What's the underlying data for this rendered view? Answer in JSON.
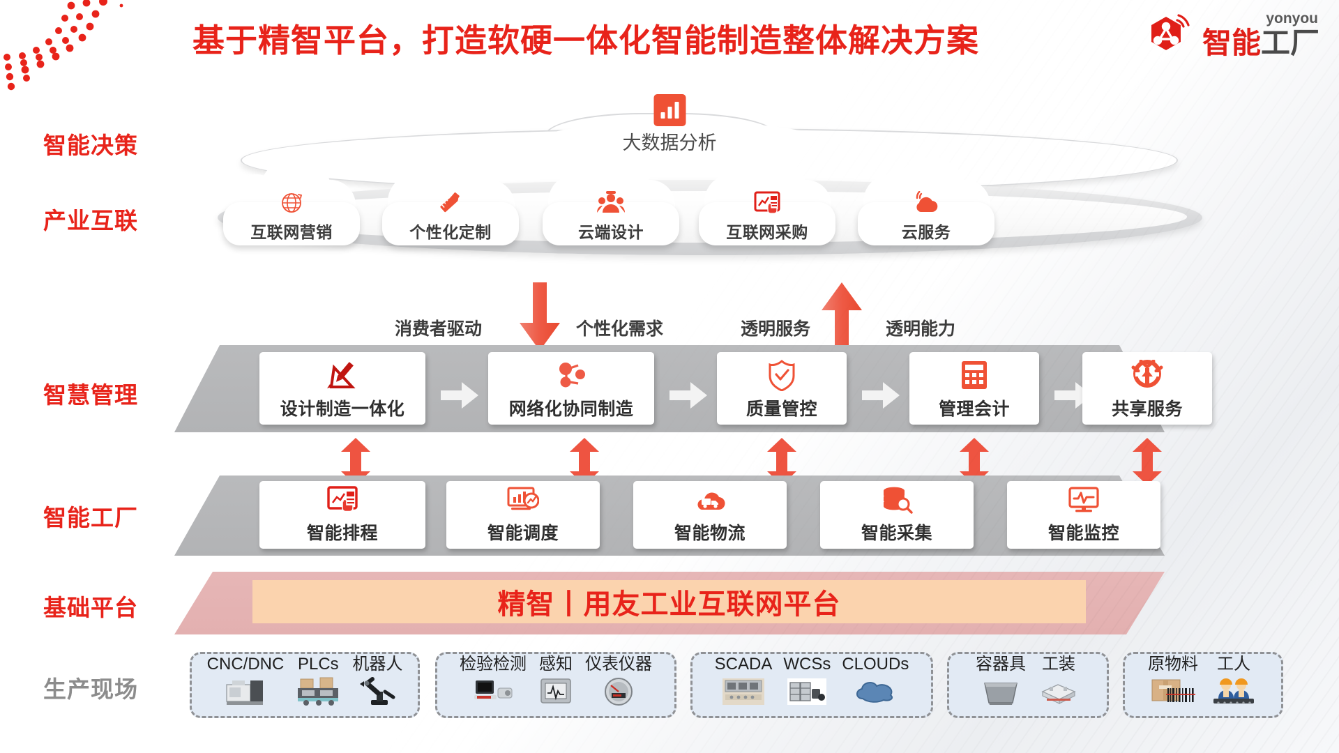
{
  "header": {
    "title": "基于精智平台，打造软硬一体化智能制造整体解决方案",
    "brand_latin": "yonyou",
    "brand_cn_red": "智能",
    "brand_cn_dark": "工厂",
    "logo_icon": "hexagon-network-logo-icon"
  },
  "colors": {
    "brand_red": "#e8231a",
    "accent_orange": "#ef5135",
    "band_gray": "#b9babc",
    "platform_pink": "#e3b0b0",
    "platform_peach": "#fbd3ae",
    "site_blue": "#e2eaf4"
  },
  "row_labels": [
    {
      "text": "智能决策",
      "color": "red"
    },
    {
      "text": "产业互联",
      "color": "red"
    },
    {
      "text": "智慧管理",
      "color": "red"
    },
    {
      "text": "智能工厂",
      "color": "red"
    },
    {
      "text": "基础平台",
      "color": "red"
    },
    {
      "text": "生产现场",
      "color": "gray"
    }
  ],
  "decision": {
    "label": "大数据分析",
    "icon": "bar-chart-icon"
  },
  "industry_clouds": [
    {
      "label": "互联网营销",
      "icon": "globe-network-icon"
    },
    {
      "label": "个性化定制",
      "icon": "ruler-pencil-icon"
    },
    {
      "label": "云端设计",
      "icon": "people-group-icon"
    },
    {
      "label": "互联网采购",
      "icon": "dashboard-touch-icon"
    },
    {
      "label": "云服务",
      "icon": "cloud-signal-icon"
    }
  ],
  "flow_labels": [
    "消费者驱动",
    "个性化需求",
    "透明服务",
    "透明能力"
  ],
  "flow_arrows": [
    {
      "direction": "down",
      "name": "demand-down-arrow"
    },
    {
      "direction": "up",
      "name": "capability-up-arrow"
    }
  ],
  "management": {
    "cards": [
      {
        "label": "设计制造一体化",
        "icon": "ruler-pen-design-icon"
      },
      {
        "label": "网络化协同制造",
        "icon": "node-share-icon"
      },
      {
        "label": "质量管控",
        "icon": "shield-check-icon"
      },
      {
        "label": "管理会计",
        "icon": "calculator-icon"
      },
      {
        "label": "共享服务",
        "icon": "share-hands-icon"
      }
    ],
    "connector_icon": "white-right-arrow"
  },
  "factory": {
    "cards": [
      {
        "label": "智能排程",
        "icon": "schedule-touch-icon"
      },
      {
        "label": "智能调度",
        "icon": "monitor-chart-icon"
      },
      {
        "label": "智能物流",
        "icon": "cloud-truck-icon"
      },
      {
        "label": "智能采集",
        "icon": "database-search-icon"
      },
      {
        "label": "智能监控",
        "icon": "monitor-pulse-icon"
      }
    ],
    "connector_icon": "red-double-arrow"
  },
  "platform": {
    "text": "精智丨用友工业互联网平台"
  },
  "production_site": {
    "groups": [
      {
        "items": [
          {
            "label": "CNC/DNC",
            "icon": "cnc-machine-icon"
          },
          {
            "label": "PLCs",
            "icon": "plc-rack-icon"
          },
          {
            "label": "机器人",
            "icon": "robot-arm-icon"
          }
        ]
      },
      {
        "items": [
          {
            "label": "检验检测",
            "icon": "inspection-device-icon"
          },
          {
            "label": "感知",
            "icon": "sensor-screen-icon"
          },
          {
            "label": "仪表仪器",
            "icon": "gauge-meter-icon"
          }
        ]
      },
      {
        "items": [
          {
            "label": "SCADA",
            "icon": "scada-panel-icon"
          },
          {
            "label": "WCSs",
            "icon": "wcs-rack-icon"
          },
          {
            "label": "CLOUDs",
            "icon": "cloud-blob-icon"
          }
        ]
      },
      {
        "items": [
          {
            "label": "容器具",
            "icon": "container-bin-icon"
          },
          {
            "label": "工装",
            "icon": "tooling-fixture-icon"
          }
        ]
      },
      {
        "items": [
          {
            "label": "原物料",
            "icon": "barcode-carton-icon"
          },
          {
            "label": "工人",
            "icon": "workers-icon"
          }
        ]
      }
    ]
  }
}
